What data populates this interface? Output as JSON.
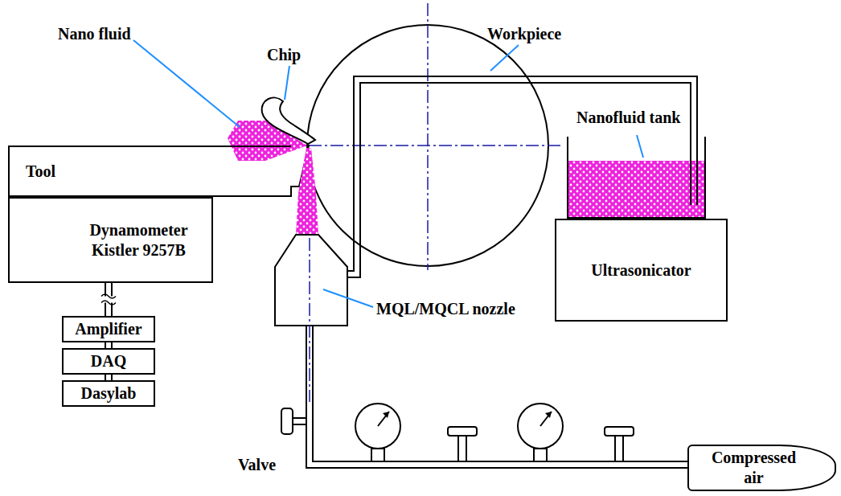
{
  "diagram": {
    "nodes": [
      {
        "text": [
          "Tool"
        ]
      },
      {
        "text": [
          "Dynamometer Kistler 9257B"
        ]
      },
      {
        "text": [
          "Amplifier"
        ]
      },
      {
        "text": [
          "DAQ"
        ]
      },
      {
        "text": [
          "Dasylab"
        ]
      },
      {
        "text": [
          "Nanofluid tank"
        ]
      },
      {
        "text": [
          "Ultrasonicator"
        ]
      },
      {
        "text": [
          "Compressed air"
        ]
      }
    ],
    "edges": [
      {
        "from": 1,
        "to": 2,
        "arrow": "none"
      },
      {
        "from": 2,
        "to": 3,
        "arrow": "none"
      },
      {
        "from": 3,
        "to": 4,
        "arrow": "none"
      }
    ],
    "labels": [
      "Nano fluid",
      "Chip",
      "Workpiece",
      "MQL/MQCL nozzle",
      "Valve"
    ]
  }
}
